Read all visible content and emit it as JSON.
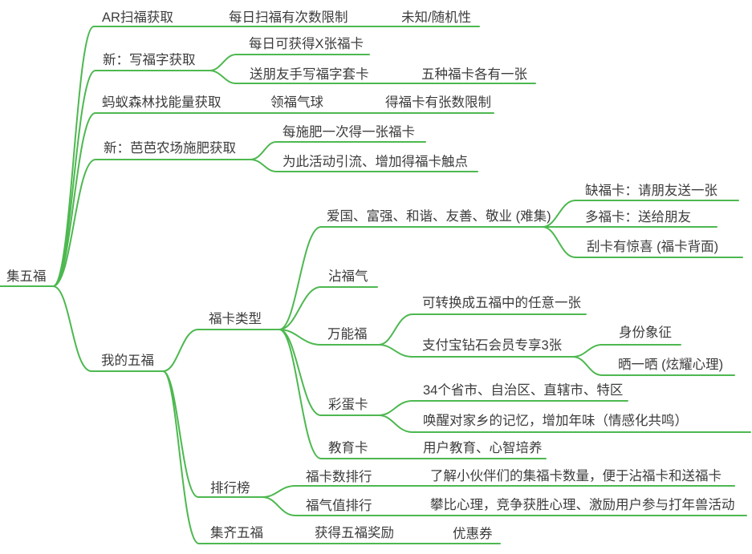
{
  "colors": {
    "branch_line": "#4db850",
    "text": "#3c3c3c",
    "background": "#ffffff"
  },
  "mindmap": {
    "root": {
      "label": "集五福",
      "children": [
        {
          "label": "AR扫福获取",
          "children": [
            {
              "label": "每日扫福有次数限制",
              "children": [
                {
                  "label": "未知/随机性"
                }
              ]
            }
          ]
        },
        {
          "label": "新：写福字获取",
          "children": [
            {
              "label": "每日可获得X张福卡"
            },
            {
              "label": "送朋友手写福字套卡",
              "children": [
                {
                  "label": "五种福卡各有一张"
                }
              ]
            }
          ]
        },
        {
          "label": "蚂蚁森林找能量获取",
          "children": [
            {
              "label": "领福气球",
              "children": [
                {
                  "label": "得福卡有张数限制"
                }
              ]
            }
          ]
        },
        {
          "label": "新：芭芭农场施肥获取",
          "children": [
            {
              "label": "每施肥一次得一张福卡"
            },
            {
              "label": "为此活动引流、增加得福卡触点"
            }
          ]
        },
        {
          "label": "我的五福",
          "children": [
            {
              "label": "福卡类型",
              "children": [
                {
                  "label": "爱国、富强、和谐、友善、敬业 (难集)",
                  "children": [
                    {
                      "label": "缺福卡：请朋友送一张"
                    },
                    {
                      "label": "多福卡：送给朋友"
                    },
                    {
                      "label": "刮卡有惊喜 (福卡背面)"
                    }
                  ]
                },
                {
                  "label": "沾福气"
                },
                {
                  "label": "万能福",
                  "children": [
                    {
                      "label": "可转换成五福中的任意一张"
                    },
                    {
                      "label": "支付宝钻石会员专享3张",
                      "children": [
                        {
                          "label": "身份象征"
                        },
                        {
                          "label": "晒一晒 (炫耀心理)"
                        }
                      ]
                    }
                  ]
                },
                {
                  "label": "彩蛋卡",
                  "children": [
                    {
                      "label": "34个省市、自治区、直辖市、特区"
                    },
                    {
                      "label": "唤醒对家乡的记忆，增加年味（情感化共鸣）"
                    }
                  ]
                },
                {
                  "label": "教育卡",
                  "children": [
                    {
                      "label": "用户教育、心智培养"
                    }
                  ]
                }
              ]
            },
            {
              "label": "排行榜",
              "children": [
                {
                  "label": "福卡数排行",
                  "children": [
                    {
                      "label": "了解小伙伴们的集福卡数量，便于沾福卡和送福卡"
                    }
                  ]
                },
                {
                  "label": "福气值排行",
                  "children": [
                    {
                      "label": "攀比心理，竞争获胜心理、激励用户参与打年兽活动"
                    }
                  ]
                }
              ]
            },
            {
              "label": "集齐五福",
              "children": [
                {
                  "label": "获得五福奖励",
                  "children": [
                    {
                      "label": "优惠券"
                    }
                  ]
                }
              ]
            }
          ]
        }
      ]
    }
  }
}
